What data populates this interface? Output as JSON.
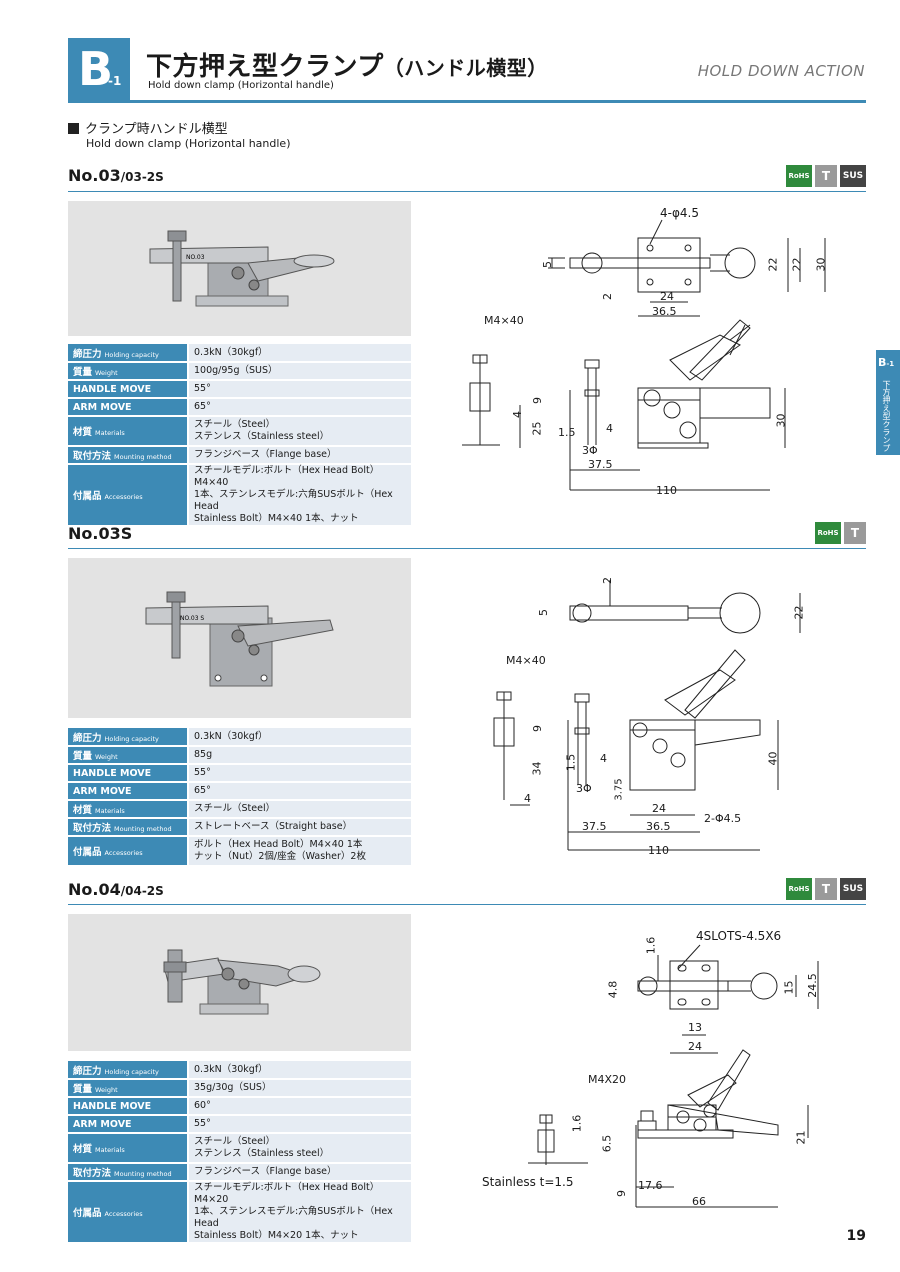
{
  "header": {
    "badge_letter": "B",
    "badge_num": "-1",
    "title": "下方押え型クランプ",
    "title_paren": "（ハンドル横型）",
    "subtitle": "Hold down clamp (Horizontal handle)",
    "en_title": "HOLD DOWN ACTION"
  },
  "intro": {
    "title": "クランプ時ハンドル横型",
    "subtitle": "Hold down clamp (Horizontal handle)"
  },
  "badge_labels": {
    "rohs": "RoHS",
    "ti": "T",
    "sus": "SUS"
  },
  "products": [
    {
      "name": "No.03",
      "name_suffix": "/03-2S",
      "photo_label": "NO.03",
      "specs": [
        {
          "key": "締圧力",
          "key_en": "Holding capacity",
          "value": "0.3kN（30kgf）"
        },
        {
          "key": "質量",
          "key_en": "Weight",
          "value": "100g/95g（SUS）"
        },
        {
          "key": "HANDLE MOVE",
          "key_en": "",
          "value": "55°"
        },
        {
          "key": "ARM MOVE",
          "key_en": "",
          "value": "65°"
        },
        {
          "key": "材質",
          "key_en": "Materials",
          "value": "スチール（Steel）",
          "value2": "ステンレス（Stainless steel）"
        },
        {
          "key": "取付方法",
          "key_en": "Mounting method",
          "value": "フランジベース（Flange base）"
        },
        {
          "key": "付属品",
          "key_en": "Accessories",
          "value": "スチールモデル:ボルト（Hex Head Bolt）M4×40",
          "value2": "1本、ステンレスモデル:六角SUSボルト（Hex Head",
          "value3": "Stainless Bolt）M4×40 1本、ナット"
        }
      ],
      "dims": {
        "hole": "4-φ4.5",
        "d5": "5",
        "d2": "2",
        "d22a": "22",
        "d22b": "22",
        "d30": "30",
        "d24": "24",
        "d365": "36.5",
        "bolt": "M4×40",
        "d9": "9",
        "d4": "4",
        "d25": "25",
        "d15": "1.5",
        "d4b": "4",
        "d3p": "3Φ",
        "d375": "37.5",
        "d110": "110",
        "d30b": "30"
      }
    },
    {
      "name": "No.03S",
      "name_suffix": "",
      "photo_label": "NO.03 S",
      "specs": [
        {
          "key": "締圧力",
          "key_en": "Holding capacity",
          "value": "0.3kN（30kgf）"
        },
        {
          "key": "質量",
          "key_en": "Weight",
          "value": "85g"
        },
        {
          "key": "HANDLE MOVE",
          "key_en": "",
          "value": "55°"
        },
        {
          "key": "ARM MOVE",
          "key_en": "",
          "value": "65°"
        },
        {
          "key": "材質",
          "key_en": "Materials",
          "value": "スチール（Steel）"
        },
        {
          "key": "取付方法",
          "key_en": "Mounting method",
          "value": "ストレートベース（Straight base）"
        },
        {
          "key": "付属品",
          "key_en": "Accessories",
          "value": "ボルト（Hex Head Bolt）M4×40 1本",
          "value2": "ナット（Nut）2個/座金（Washer）2枚"
        }
      ],
      "dims": {
        "d2": "2",
        "d5": "5",
        "d22": "22",
        "bolt": "M4×40",
        "d9": "9",
        "d34": "34",
        "d15": "1.5",
        "d4": "4",
        "d3p": "3Φ",
        "d375v": "3.75",
        "d4b": "4",
        "d24": "24",
        "hole": "2-Φ4.5",
        "d375": "37.5",
        "d365": "36.5",
        "d110": "110",
        "d40": "40"
      }
    },
    {
      "name": "No.04",
      "name_suffix": "/04-2S",
      "photo_label": "",
      "specs": [
        {
          "key": "締圧力",
          "key_en": "Holding capacity",
          "value": "0.3kN（30kgf）"
        },
        {
          "key": "質量",
          "key_en": "Weight",
          "value": "35g/30g（SUS）"
        },
        {
          "key": "HANDLE MOVE",
          "key_en": "",
          "value": "60°"
        },
        {
          "key": "ARM MOVE",
          "key_en": "",
          "value": "55°"
        },
        {
          "key": "材質",
          "key_en": "Materials",
          "value": "スチール（Steel）",
          "value2": "ステンレス（Stainless steel）"
        },
        {
          "key": "取付方法",
          "key_en": "Mounting method",
          "value": "フランジベース（Flange base）"
        },
        {
          "key": "付属品",
          "key_en": "Accessories",
          "value": "スチールモデル:ボルト（Hex Head Bolt）M4×20",
          "value2": "1本、ステンレスモデル:六角SUSボルト（Hex Head",
          "value3": "Stainless Bolt）M4×20 1本、ナット"
        }
      ],
      "dims": {
        "slots": "4SLOTS-4.5X6",
        "d16": "1.6",
        "d48": "4.8",
        "d15": "15",
        "d245": "24.5",
        "d13": "13",
        "d24": "24",
        "bolt": "M4X20",
        "d16b": "1.6",
        "d65": "6.5",
        "d21": "21",
        "stainless": "Stainless t=1.5",
        "d9": "9",
        "d176": "17.6",
        "d66": "66"
      }
    }
  ],
  "sidetab": {
    "label": "B",
    "num": "-1",
    "vertical": "下方押え型クランプ"
  },
  "page_number": "19"
}
